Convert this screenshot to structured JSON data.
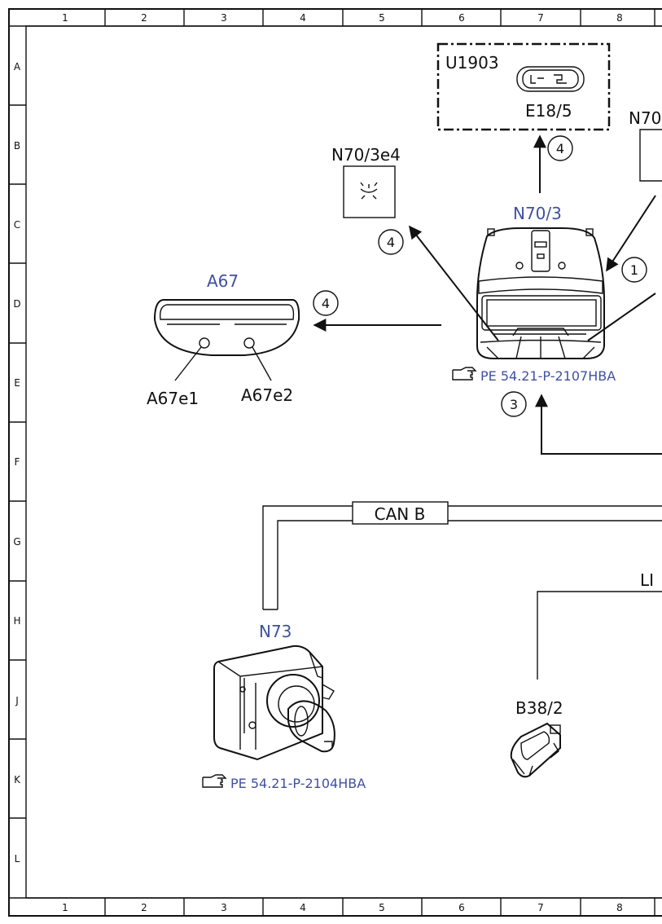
{
  "grid": {
    "columns": [
      "1",
      "2",
      "3",
      "4",
      "5",
      "6",
      "7",
      "8"
    ],
    "rows": [
      "A",
      "B",
      "C",
      "D",
      "E",
      "F",
      "G",
      "H",
      "J",
      "K",
      "L"
    ]
  },
  "components": {
    "u1903": "U1903",
    "e18_5": "E18/5",
    "n70_partial": "N70",
    "n70_3e4": "N70/3e4",
    "n70_3": "N70/3",
    "a67": "A67",
    "a67e1": "A67e1",
    "a67e2": "A67e2",
    "n73": "N73",
    "b38_2": "B38/2"
  },
  "references": {
    "n70_3_ref": "PE 54.21-P-2107HBA",
    "n73_ref": "PE 54.21-P-2104HBA"
  },
  "bus": {
    "can_b": "CAN B",
    "lin_partial": "LI"
  },
  "callouts": {
    "c_top": "4",
    "c_n70_3e4": "4",
    "c_a67": "4",
    "c_right": "1",
    "c_bottom": "3"
  },
  "colors": {
    "component_label": "#3f51a0",
    "line": "#111111"
  }
}
